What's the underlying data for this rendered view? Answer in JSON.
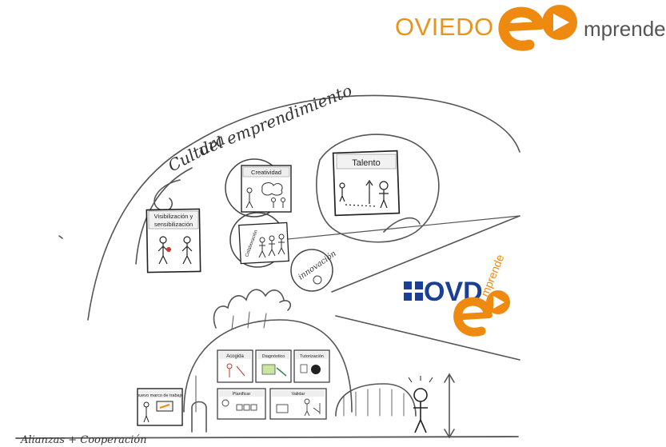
{
  "header_logo": {
    "word1": "OVIEDO",
    "word2": "mprende",
    "word1_color": "#e8941a",
    "mark_color": "#ef8a10",
    "word2_color": "#555555"
  },
  "diagram": {
    "arc_label_line1": "Cultura",
    "arc_label_line2": "del emprendimiento",
    "ground_label": "Alianzas + Cooperación",
    "innovation_label": "innovación"
  },
  "cards": {
    "visibility": {
      "title_line1": "Visibilización y",
      "title_line2": "sensibilización"
    },
    "talent": {
      "title": "Talento"
    },
    "creativity": {
      "title": "Creatividad"
    },
    "colaboration": {
      "title": "Colaboración"
    },
    "acogida": {
      "title": "Acogida"
    },
    "diagnostico": {
      "title": "Diagnóstico"
    },
    "tutorizacion": {
      "title": "Tutorización"
    },
    "planificar": {
      "title": "Planificar"
    },
    "validar": {
      "title": "Validar"
    },
    "nuevo_marco": {
      "title": "nuevo marco de trabajo"
    }
  },
  "side_logo": {
    "ovd_text": "OVD",
    "mprende_text": "mprende",
    "ovd_color": "#1b3f94",
    "mark_color": "#ef8a10"
  }
}
